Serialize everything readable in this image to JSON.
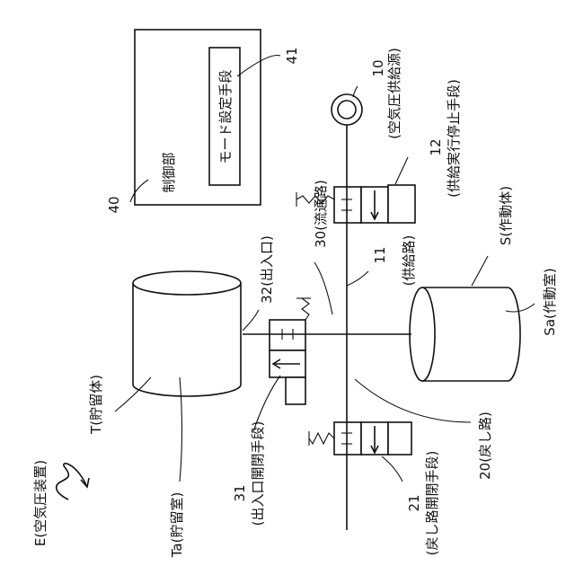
{
  "labels": {
    "device": "E(空気圧装置)",
    "storage_body": "T(貯留体)",
    "storage_chamber": "Ta(貯留室)",
    "port_open_close_num": "31",
    "port_open_close": "(出入口開閉手段)",
    "control_num": "40",
    "control_unit": "制御部",
    "mode_setting": "モード設定手段",
    "mode_setting_num": "41",
    "port": "32(出入口)",
    "flow_path": "30(流通路)",
    "supply_path_num": "11",
    "supply_path": "(供給路)",
    "supply_source_num": "10",
    "supply_source": "(空気圧供給源)",
    "supply_stop_num": "12",
    "supply_stop": "(供給実行停止手段)",
    "actuator": "S(作動体)",
    "actuator_chamber": "Sa(作動室)",
    "return_path": "20(戻し路)",
    "return_open_close_num": "21",
    "return_open_close": "(戻し路開閉手段)"
  }
}
